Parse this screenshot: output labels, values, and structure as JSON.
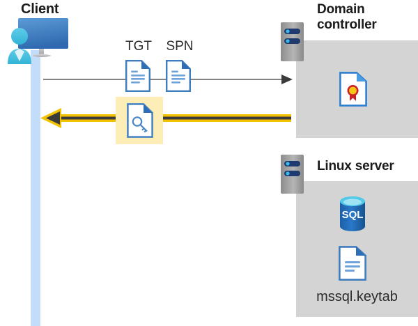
{
  "diagram": {
    "title": "Kerberos authentication flow between client, domain controller and Linux server",
    "background_color": "#ffffff"
  },
  "client": {
    "title": "Client",
    "lifeline_color": "#c3dcfa",
    "icon_name": "client-user-monitor-icon"
  },
  "domain_controller": {
    "title": "Domain controller",
    "panel_color": "#d4d4d4",
    "server_icon_name": "server-rack-icon",
    "contents": [
      {
        "icon_name": "certificate-document-icon",
        "label": ""
      }
    ]
  },
  "linux_server": {
    "title": "Linux server",
    "panel_color": "#d4d4d4",
    "server_icon_name": "server-rack-icon",
    "contents": [
      {
        "icon_name": "sql-database-icon",
        "label": "SQL"
      },
      {
        "icon_name": "keytab-document-icon",
        "label": "mssql.keytab"
      }
    ]
  },
  "flows": [
    {
      "id": "request",
      "direction": "client-to-domain-controller",
      "arrow_color": "#595959",
      "style": "thin-line-arrow",
      "artifacts": [
        {
          "label": "TGT",
          "icon_name": "tgt-document-icon"
        },
        {
          "label": "SPN",
          "icon_name": "spn-document-icon"
        }
      ]
    },
    {
      "id": "response",
      "direction": "domain-controller-to-client",
      "arrow_color": "#f2c200",
      "arrow_core_color": "#3b3b3b",
      "style": "thick-highlighted-arrow",
      "highlight_color": "#fdeeb8",
      "artifacts": [
        {
          "label": "",
          "icon_name": "service-ticket-key-document-icon"
        }
      ]
    }
  ],
  "colors": {
    "panel_gray": "#d4d4d4",
    "lifeline_blue": "#c3dcfa",
    "doc_blue": "#3e7cc0",
    "doc_fold_blue": "#2f6db5",
    "highlight_yellow": "#fdeeb8",
    "arrow_yellow": "#f2c200",
    "arrow_dark": "#3b3b3b",
    "sql_blue": "#1f6bb8",
    "sql_top_cyan": "#50c8e8",
    "server_gray": "#9a9a9a",
    "server_pill_navy": "#1f3a6e",
    "server_dot_cyan": "#35bdec",
    "cert_gold": "#f5c518",
    "cert_red": "#cc2027",
    "text_dark": "#1b1b1b"
  }
}
